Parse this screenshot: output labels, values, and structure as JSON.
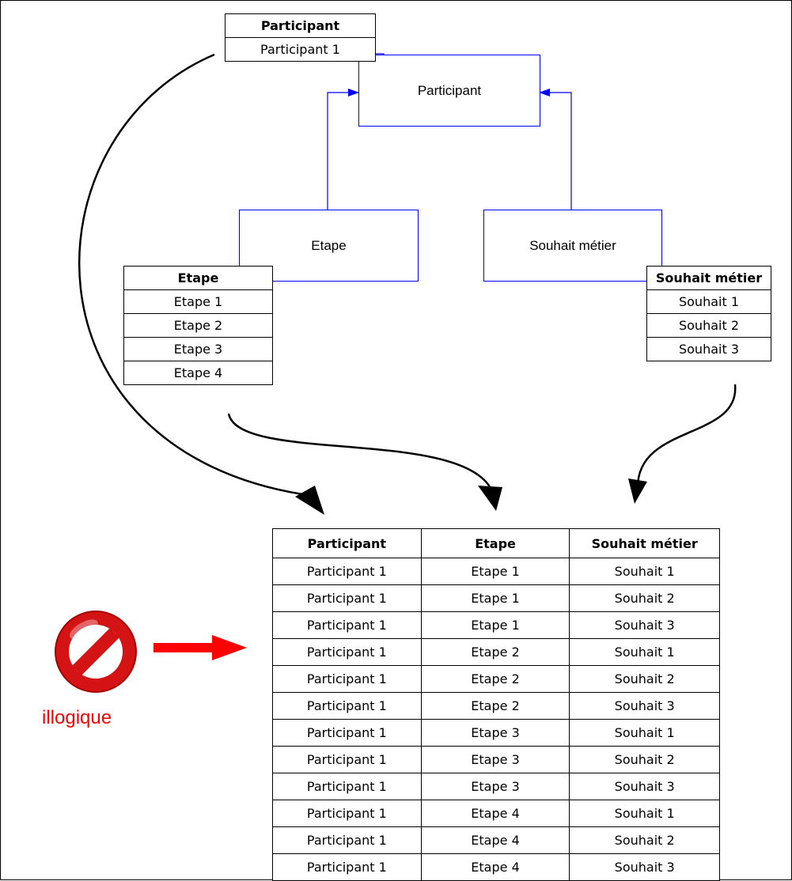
{
  "entities": {
    "participant": "Participant",
    "etape": "Etape",
    "souhait": "Souhait métier"
  },
  "tables": {
    "participant": {
      "header": "Participant",
      "rows": [
        "Participant 1"
      ]
    },
    "etape": {
      "header": "Etape",
      "rows": [
        "Etape 1",
        "Etape 2",
        "Etape 3",
        "Etape 4"
      ]
    },
    "souhait": {
      "header": "Souhait métier",
      "rows": [
        "Souhait 1",
        "Souhait 2",
        "Souhait 3"
      ]
    }
  },
  "result_table": {
    "headers": [
      "Participant",
      "Etape",
      "Souhait métier"
    ],
    "rows": [
      [
        "Participant 1",
        "Etape 1",
        "Souhait 1"
      ],
      [
        "Participant 1",
        "Etape 1",
        "Souhait 2"
      ],
      [
        "Participant 1",
        "Etape 1",
        "Souhait 3"
      ],
      [
        "Participant 1",
        "Etape 2",
        "Souhait 1"
      ],
      [
        "Participant 1",
        "Etape 2",
        "Souhait 2"
      ],
      [
        "Participant 1",
        "Etape 2",
        "Souhait 3"
      ],
      [
        "Participant 1",
        "Etape 3",
        "Souhait 1"
      ],
      [
        "Participant 1",
        "Etape 3",
        "Souhait 2"
      ],
      [
        "Participant 1",
        "Etape 3",
        "Souhait 3"
      ],
      [
        "Participant 1",
        "Etape 4",
        "Souhait 1"
      ],
      [
        "Participant 1",
        "Etape 4",
        "Souhait 2"
      ],
      [
        "Participant 1",
        "Etape 4",
        "Souhait 3"
      ]
    ]
  },
  "warning": {
    "label": "illogique",
    "icon": "prohibited-icon"
  },
  "colors": {
    "relation": "#0000ff",
    "flow": "#000000",
    "warning": "#ff0000",
    "prohibited": "#cc0000"
  }
}
